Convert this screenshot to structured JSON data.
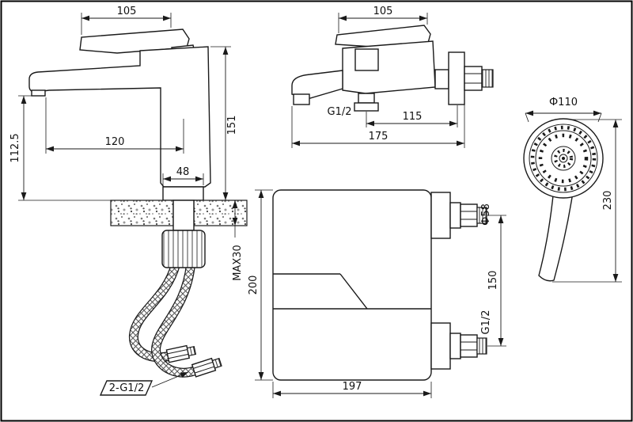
{
  "page": {
    "background": "#ffffff",
    "line_color": "#1a1a1a"
  },
  "basin": {
    "dim_handle_len": "105",
    "dim_height": "151",
    "dim_spout_height": "112.5",
    "dim_reach": "120",
    "dim_base": "48",
    "dim_deck": "MAX30",
    "label_hoses": "2-G1/2"
  },
  "wall": {
    "dim_handle_len": "105",
    "label_outlet": "G1/2",
    "dim_outlet_to_wall": "115",
    "dim_total": "175"
  },
  "front": {
    "dim_height": "200",
    "dim_width": "197",
    "dim_centers": "150",
    "label_flange": "Ф58",
    "label_thread": "G1/2"
  },
  "shower": {
    "dim_head": "Ф110",
    "dim_length": "230"
  }
}
